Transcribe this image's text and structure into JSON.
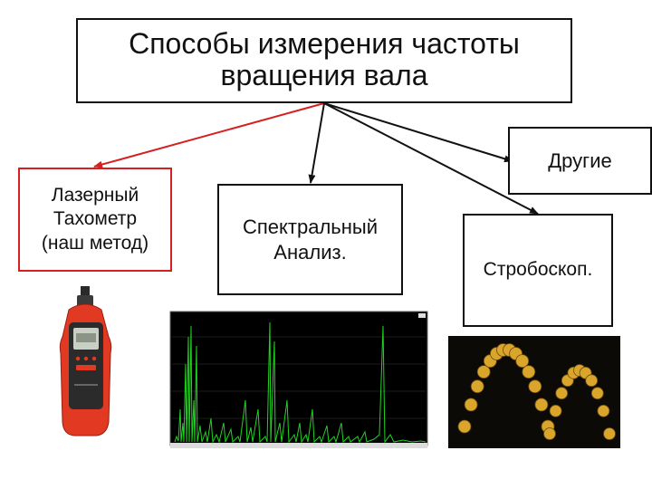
{
  "title": {
    "line1": "Способы измерения частоты",
    "line2": "вращения вала"
  },
  "methods": [
    {
      "id": "laser",
      "lines": [
        "Лазерный",
        "Тахометр",
        "(наш метод)"
      ],
      "border_color": "#d42020"
    },
    {
      "id": "spectral",
      "lines": [
        "Спектральный",
        "Анализ."
      ]
    },
    {
      "id": "other",
      "lines": [
        "Другие"
      ]
    },
    {
      "id": "strobe",
      "lines": [
        "Стробоскоп."
      ]
    }
  ],
  "colors": {
    "laser_arrow": "#d42020",
    "arrow": "#111111",
    "spectrum_bg": "#000000",
    "spectrum_trace": "#1fd41f",
    "device_body": "#e23a22",
    "strobe_ball": "#d9a52b"
  },
  "images": [
    {
      "name": "laser-tachometer-photo",
      "icon": "tachometer-device-icon"
    },
    {
      "name": "spectrum-plot-image",
      "icon": "spectrum-graph-icon"
    },
    {
      "name": "stroboscope-photo",
      "icon": "bouncing-balls-icon"
    }
  ]
}
